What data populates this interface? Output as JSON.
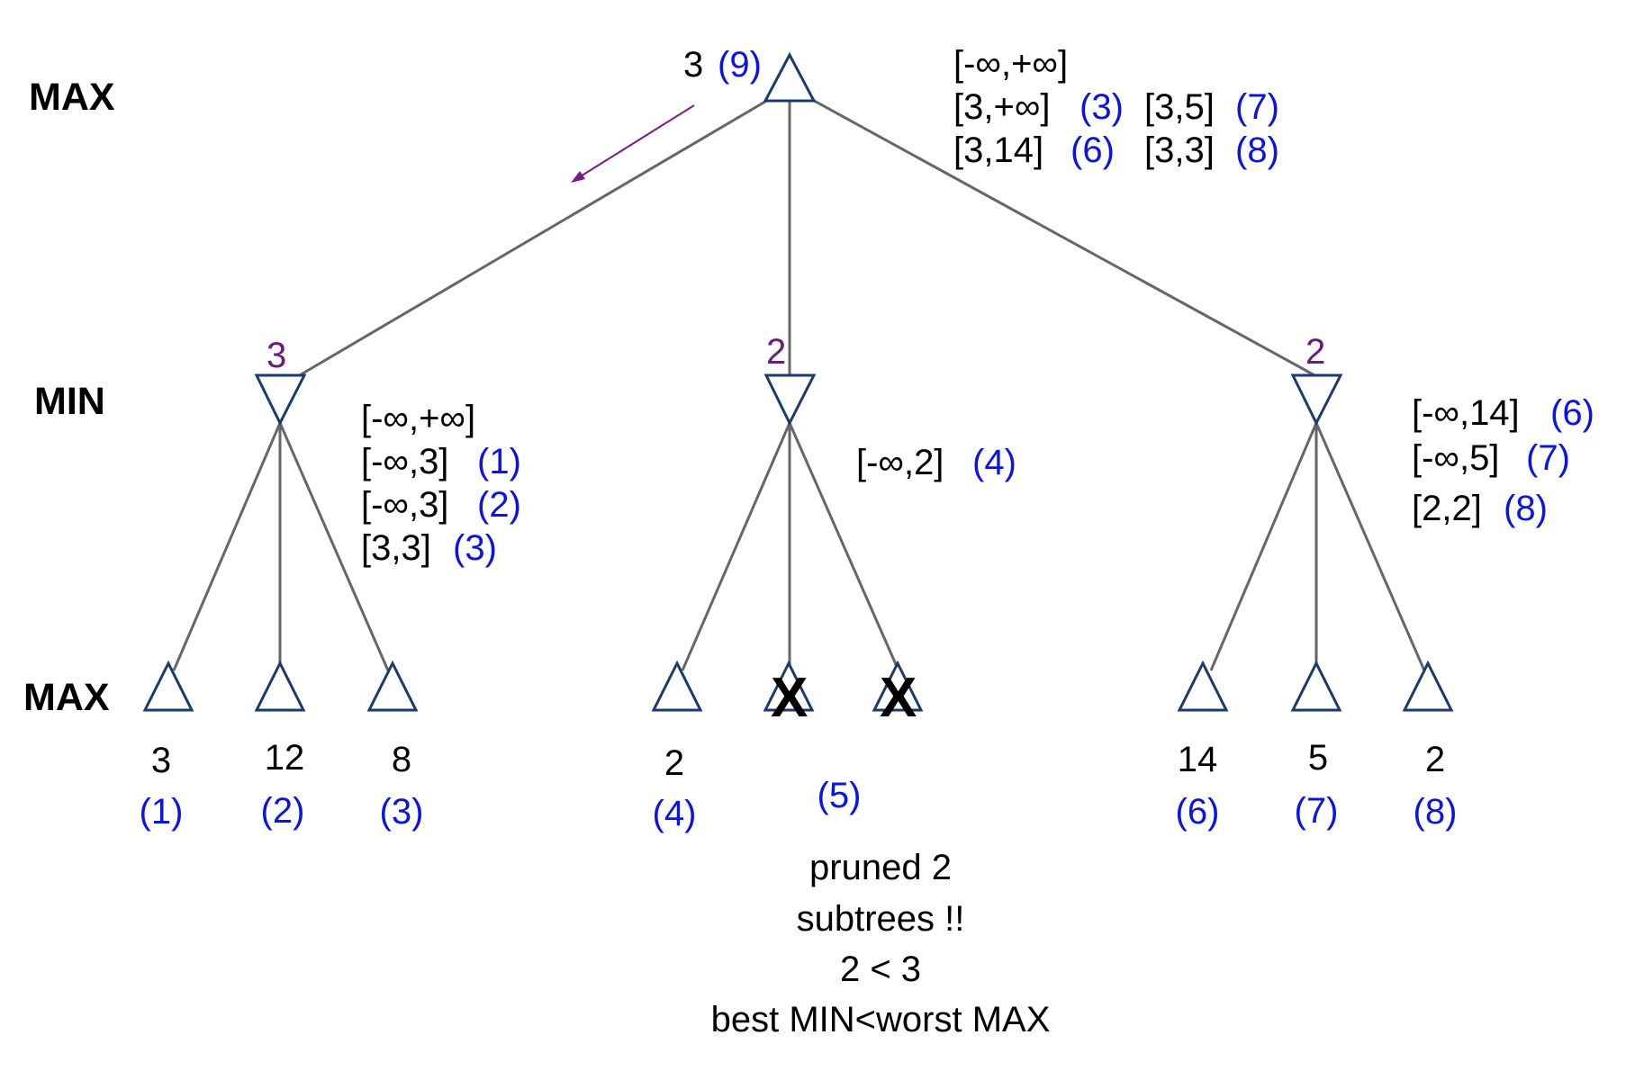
{
  "levels": {
    "top": "MAX",
    "middle": "MIN",
    "bottom": "MAX"
  },
  "root": {
    "value": "3",
    "step": "(9)",
    "bounds": [
      {
        "range": "[-∞,+∞]",
        "step": ""
      },
      {
        "range": "[3,+∞]",
        "step": "(3)"
      },
      {
        "range": "[3,14]",
        "step": "(6)"
      },
      {
        "range": "[3,5]",
        "step": "(7)"
      },
      {
        "range": "[3,3]",
        "step": "(8)"
      }
    ]
  },
  "min_nodes": [
    {
      "value": "3",
      "bounds": [
        {
          "range": "[-∞,+∞]",
          "step": ""
        },
        {
          "range": "[-∞,3]",
          "step": "(1)"
        },
        {
          "range": "[-∞,3]",
          "step": "(2)"
        },
        {
          "range": "[3,3]",
          "step": "(3)"
        }
      ]
    },
    {
      "value": "2",
      "bounds": [
        {
          "range": "[-∞,2]",
          "step": "(4)"
        }
      ]
    },
    {
      "value": "2",
      "bounds": [
        {
          "range": "[-∞,14]",
          "step": "(6)"
        },
        {
          "range": "[-∞,5]",
          "step": "(7)"
        },
        {
          "range": "[2,2]",
          "step": "(8)"
        }
      ]
    }
  ],
  "leaves": [
    {
      "value": "3",
      "step": "(1)"
    },
    {
      "value": "12",
      "step": "(2)"
    },
    {
      "value": "8",
      "step": "(3)"
    },
    {
      "value": "2",
      "step": "(4)"
    },
    {
      "value": "",
      "step": ""
    },
    {
      "value": "",
      "step": ""
    },
    {
      "value": "14",
      "step": "(6)"
    },
    {
      "value": "5",
      "step": "(7)"
    },
    {
      "value": "2",
      "step": "(8)"
    }
  ],
  "pruned_mark": "X",
  "pruned_step": "(5)",
  "note": [
    "pruned 2",
    "subtrees !!",
    "2 < 3",
    "best MIN<worst MAX"
  ],
  "colors": {
    "edge": "#666666",
    "node": "#1a3a70",
    "step": "#0a14e6",
    "min_value": "#6b1a80"
  }
}
